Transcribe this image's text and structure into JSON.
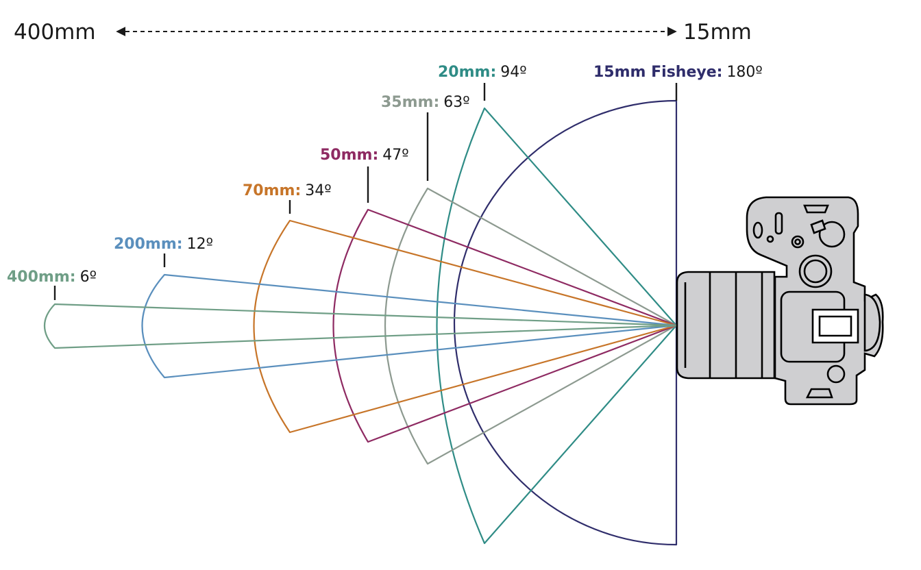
{
  "range": {
    "left_label": "400mm",
    "right_label": "15mm"
  },
  "lenses": [
    {
      "focal": "400mm:",
      "angle": "6º",
      "color": "#6f9e86"
    },
    {
      "focal": "200mm:",
      "angle": "12º",
      "color": "#5a8fbd"
    },
    {
      "focal": "70mm:",
      "angle": "34º",
      "color": "#c77529"
    },
    {
      "focal": "50mm:",
      "angle": "47º",
      "color": "#8e2a62"
    },
    {
      "focal": "35mm:",
      "angle": "63º",
      "color": "#8d9a90"
    },
    {
      "focal": "20mm:",
      "angle": "94º",
      "color": "#2f8c86"
    },
    {
      "focal": "15mm Fisheye:",
      "angle": "180º",
      "color": "#2f2d6b"
    }
  ],
  "colors": {
    "camera_body": "#cfcfd1",
    "camera_outline": "#000000",
    "text": "#1a1a1a"
  }
}
